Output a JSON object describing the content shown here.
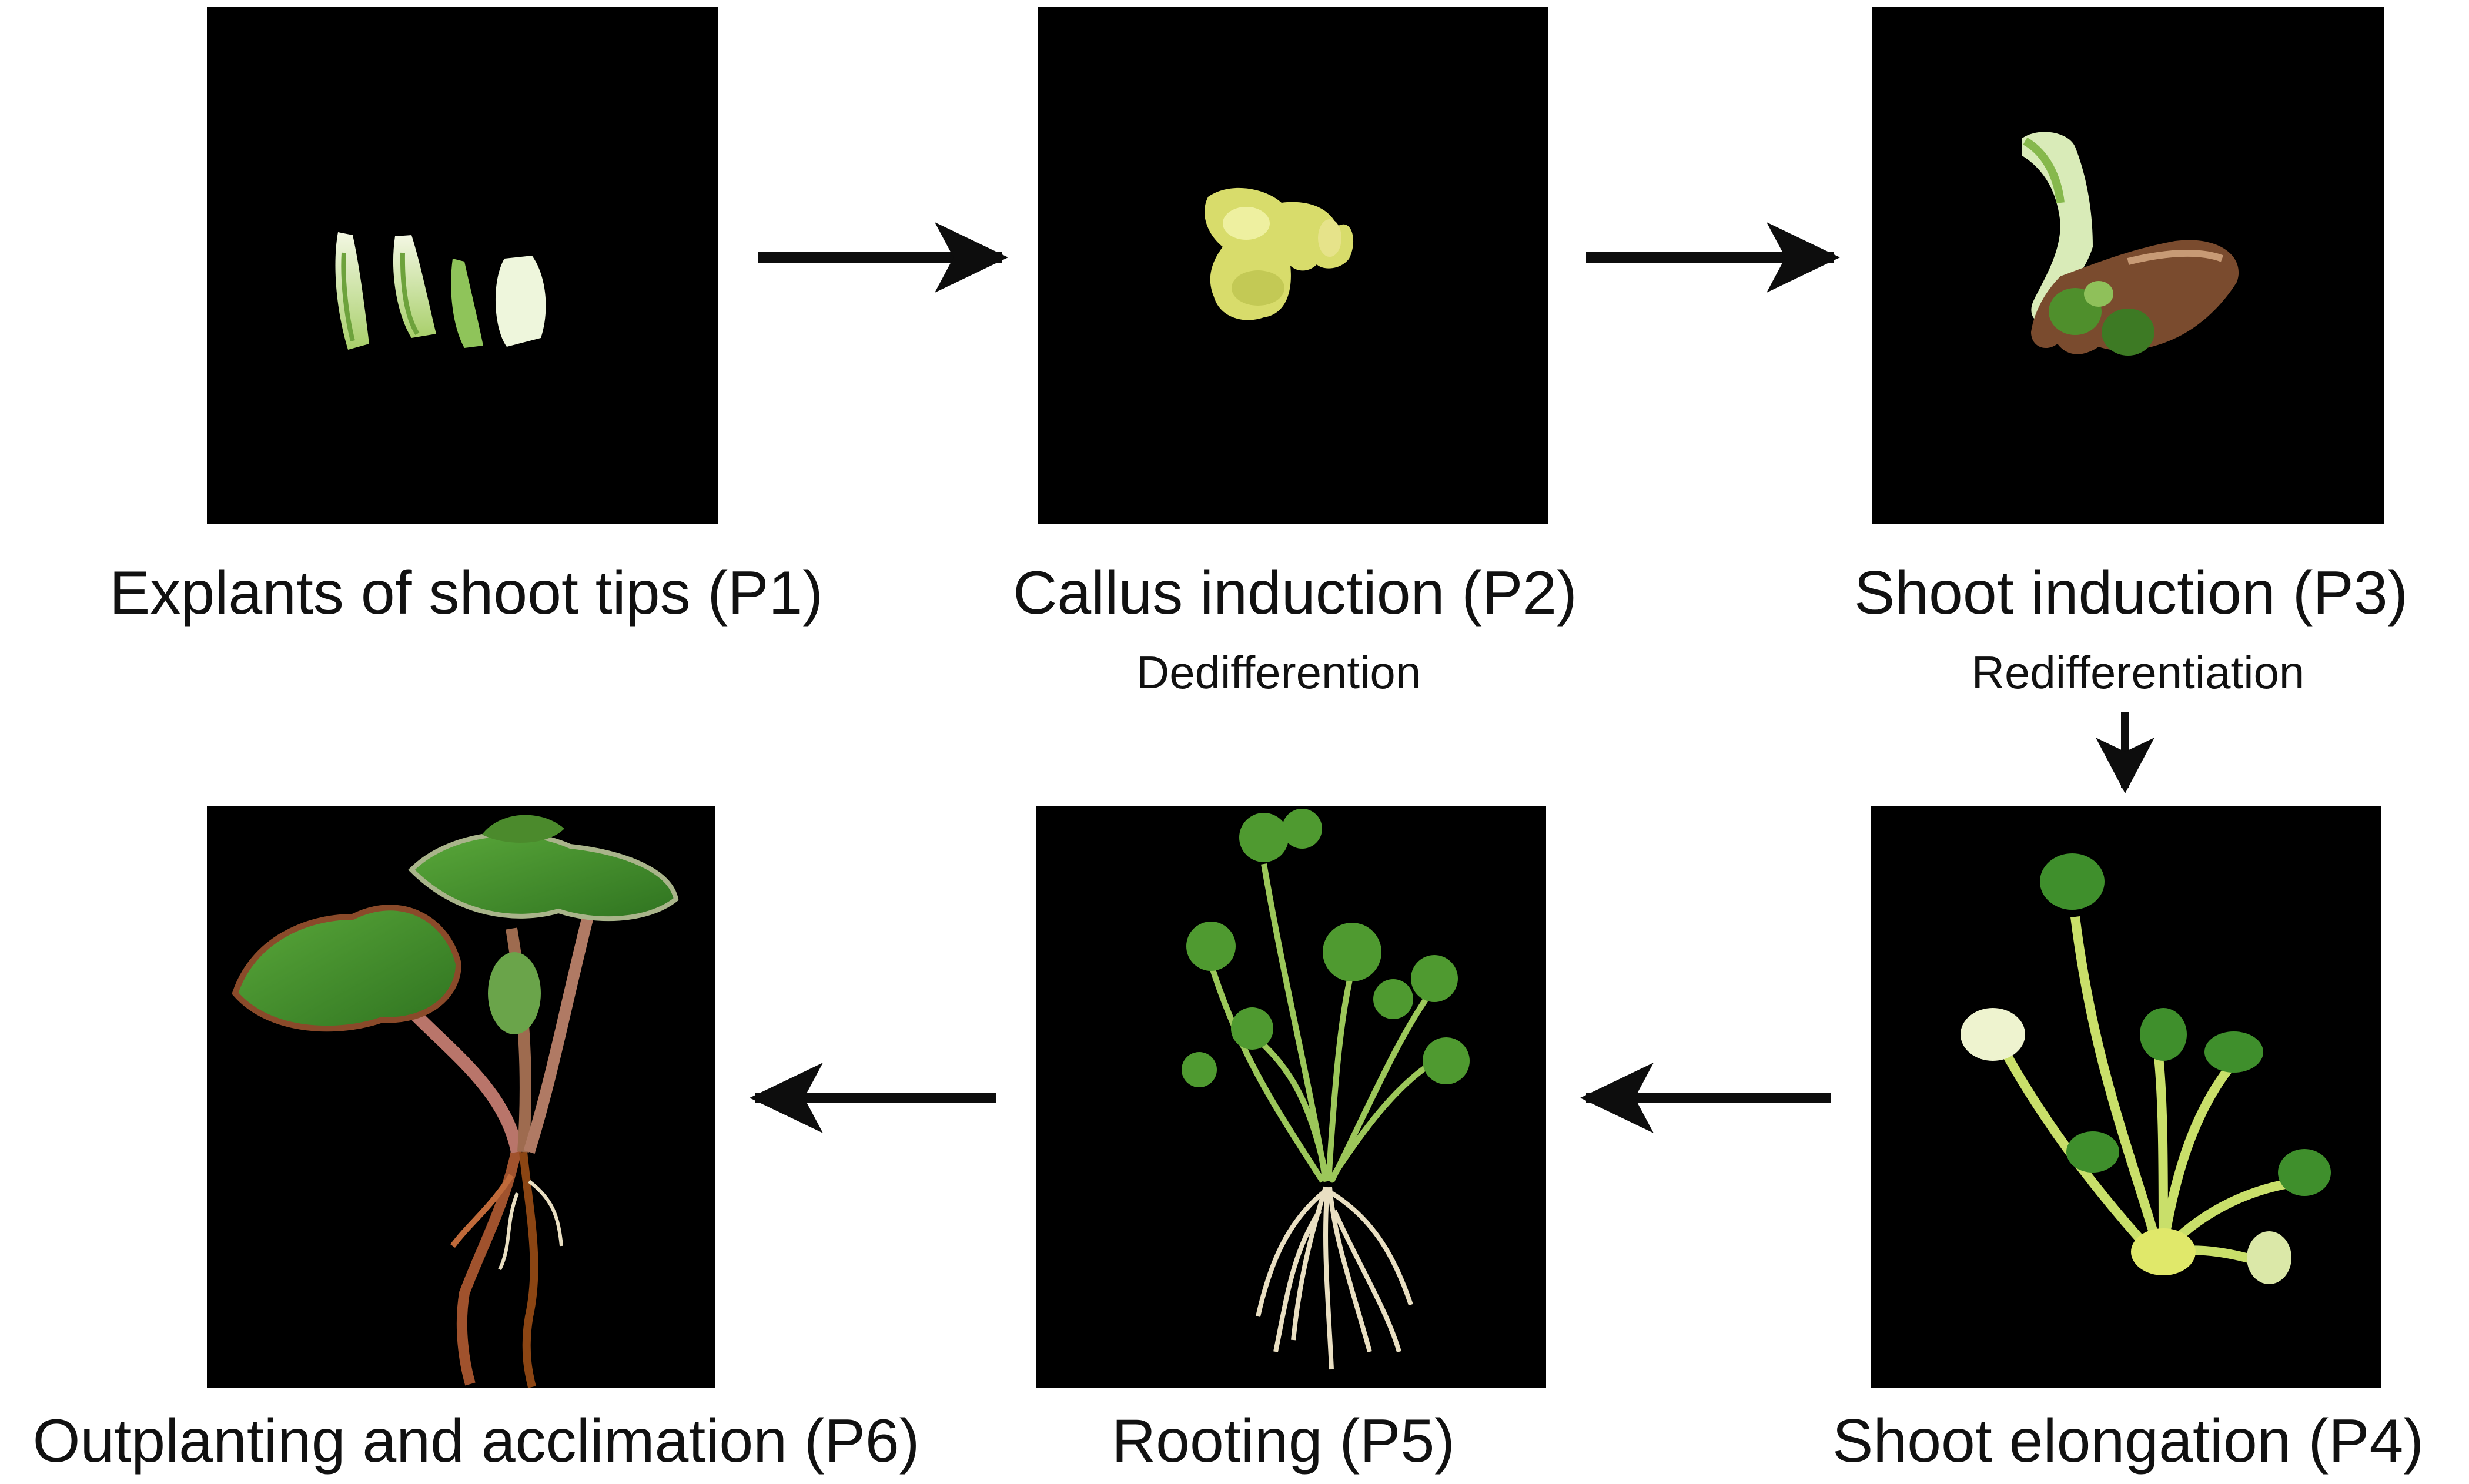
{
  "colors": {
    "background": "#ffffff",
    "panel": "#000000",
    "arrow": "#0d0d0d",
    "text": "#111111",
    "plant_green": "#3f8f2c",
    "callus_yellow": "#d6dc6a",
    "root_cream": "#e9dfc2",
    "root_brown": "#a0522d"
  },
  "stages": [
    {
      "id": "P1",
      "label": "Explants of shoot tips (P1)",
      "image": "explants-of-shoot-tips-photo"
    },
    {
      "id": "P2",
      "label": "Callus induction (P2)",
      "image": "callus-photo"
    },
    {
      "id": "P3",
      "label": "Shoot induction (P3)",
      "image": "shoot-induction-photo"
    },
    {
      "id": "P4",
      "label": "Shoot elongation (P4)",
      "image": "shoot-elongation-photo"
    },
    {
      "id": "P5",
      "label": "Rooting (P5)",
      "image": "rooting-photo"
    },
    {
      "id": "P6",
      "label": "Outplanting and acclimation (P6)",
      "image": "acclimated-plant-photo"
    }
  ],
  "processes": {
    "dedifferentiation": "Dedifferention",
    "redifferentiation": "Redifferentiation"
  },
  "flow": [
    {
      "from": "P1",
      "to": "P2"
    },
    {
      "from": "P2",
      "to": "P3"
    },
    {
      "from": "P3",
      "to": "P4"
    },
    {
      "from": "P4",
      "to": "P5"
    },
    {
      "from": "P5",
      "to": "P6"
    }
  ]
}
